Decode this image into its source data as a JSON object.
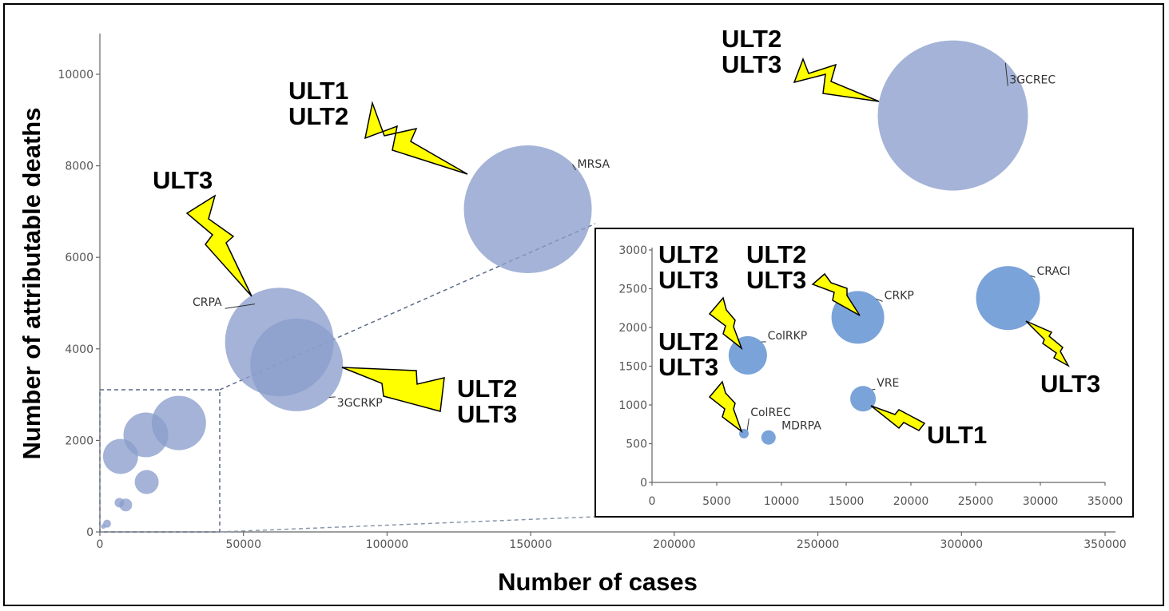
{
  "chart_data": [
    {
      "type": "scatter",
      "variant": "bubble",
      "title": "",
      "xlabel": "Number of cases",
      "ylabel": "Number of attributable deaths",
      "xlim": [
        0,
        350000
      ],
      "ylim": [
        0,
        10800
      ],
      "xticks": [
        0,
        50000,
        100000,
        150000,
        200000,
        250000,
        300000,
        350000
      ],
      "xtick_labels": [
        "0",
        "50000",
        "100000",
        "150000",
        "200000",
        "250000",
        "300000",
        "350000"
      ],
      "yticks": [
        0,
        2000,
        4000,
        6000,
        8000,
        10000
      ],
      "ytick_labels": [
        "0",
        "2000",
        "4000",
        "6000",
        "8000",
        "10000"
      ],
      "grid": false,
      "bubble_color": "#8a9dcc",
      "points": [
        {
          "label": "3GCREC",
          "x": 297000,
          "y": 9100,
          "r": 94
        },
        {
          "label": "MRSA",
          "x": 149000,
          "y": 7050,
          "r": 80
        },
        {
          "label": "CRPA",
          "x": 62500,
          "y": 4150,
          "r": 68
        },
        {
          "label": "3GCRKP",
          "x": 68500,
          "y": 3650,
          "r": 58
        },
        {
          "label": "",
          "x": 27500,
          "y": 2380,
          "r": 34
        },
        {
          "label": "",
          "x": 16000,
          "y": 2120,
          "r": 28
        },
        {
          "label": "",
          "x": 7200,
          "y": 1650,
          "r": 22
        },
        {
          "label": "",
          "x": 16300,
          "y": 1090,
          "r": 15
        },
        {
          "label": "",
          "x": 9000,
          "y": 590,
          "r": 8
        },
        {
          "label": "",
          "x": 6800,
          "y": 640,
          "r": 6
        },
        {
          "label": "",
          "x": 2500,
          "y": 180,
          "r": 5
        },
        {
          "label": "",
          "x": 1200,
          "y": 120,
          "r": 3
        }
      ],
      "annotations": [
        {
          "lines": [
            "ULT2",
            "ULT3"
          ],
          "target": "3GCREC"
        },
        {
          "lines": [
            "ULT1",
            "ULT2"
          ],
          "target": "MRSA"
        },
        {
          "lines": [
            "ULT3"
          ],
          "target": "CRPA"
        },
        {
          "lines": [
            "ULT2",
            "ULT3"
          ],
          "target": "3GCRKP"
        }
      ]
    },
    {
      "type": "scatter",
      "variant": "bubble-inset",
      "title": "",
      "xlabel": "",
      "ylabel": "",
      "xlim": [
        0,
        35000
      ],
      "ylim": [
        0,
        3000
      ],
      "xticks": [
        0,
        5000,
        10000,
        15000,
        20000,
        25000,
        30000,
        35000
      ],
      "xtick_labels": [
        "0",
        "5000",
        "10000",
        "15000",
        "20000",
        "25000",
        "30000",
        "35000"
      ],
      "yticks": [
        0,
        500,
        1000,
        1500,
        2000,
        2500,
        3000
      ],
      "ytick_labels": [
        "0",
        "500",
        "1000",
        "1500",
        "2000",
        "2500",
        "3000"
      ],
      "grid": false,
      "bubble_color": "#7aa3d9",
      "points": [
        {
          "label": "CRACI",
          "x": 27500,
          "y": 2380,
          "r": 40
        },
        {
          "label": "CRKP",
          "x": 15900,
          "y": 2130,
          "r": 33
        },
        {
          "label": "ColRKP",
          "x": 7400,
          "y": 1640,
          "r": 24
        },
        {
          "label": "VRE",
          "x": 16300,
          "y": 1080,
          "r": 16
        },
        {
          "label": "MDRPA",
          "x": 9000,
          "y": 580,
          "r": 9
        },
        {
          "label": "ColREC",
          "x": 7100,
          "y": 630,
          "r": 6
        }
      ],
      "annotations": [
        {
          "lines": [
            "ULT2",
            "ULT3"
          ],
          "target": "ColRKP"
        },
        {
          "lines": [
            "ULT2",
            "ULT3"
          ],
          "target": "CRKP"
        },
        {
          "lines": [
            "ULT2",
            "ULT3"
          ],
          "target": "ColREC"
        },
        {
          "lines": [
            "ULT3"
          ],
          "target": "CRACI"
        },
        {
          "lines": [
            "ULT1"
          ],
          "target": "VRE"
        }
      ]
    }
  ]
}
